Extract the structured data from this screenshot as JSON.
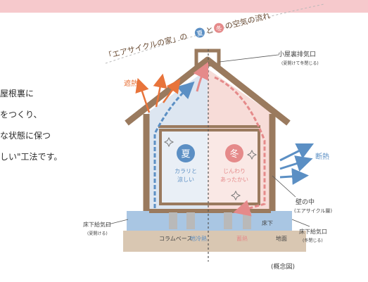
{
  "paragraph": {
    "lines": [
      "屋根裏に",
      "をつくり、",
      "な状態に保つ",
      "しい\"工法です。"
    ]
  },
  "diagram": {
    "title": "「エアサイクルの家」の夏と冬の空気の流れ",
    "title_part1": "「エアサイクルの家」の",
    "title_summer": "夏",
    "title_mid": "と",
    "title_winter": "冬",
    "title_part2": "の空気の流れ",
    "heat_shield": "遮熱",
    "attic_vent": "小屋裏排気口",
    "attic_vent_note": "(夏開けて冬閉じる)",
    "insulation": "断熱",
    "summer": "夏",
    "summer_desc_1": "カラリと",
    "summer_desc_2": "涼しい",
    "winter": "冬",
    "winter_desc_1": "じんわり",
    "winter_desc_2": "あったかい",
    "wall_inside": "壁の中",
    "wall_inside_note": "(エアサイクル層)",
    "underfloor_inlet_left": "床下給気口",
    "underfloor_inlet_left_note": "(夏開ける)",
    "underfloor_inlet_right": "床下給気口",
    "underfloor_inlet_right_note": "(冬閉じる)",
    "underfloor": "床下",
    "column_base": "コラムベース",
    "ground_cool": "地冷熱",
    "heat_storage": "蓄熱",
    "ground": "地面",
    "concept": "(概念図)"
  },
  "colors": {
    "wood": "#9a7a5e",
    "summer_blue": "#5b8fc4",
    "winter_red": "#e58a8a",
    "band": "#f6c9cc"
  }
}
